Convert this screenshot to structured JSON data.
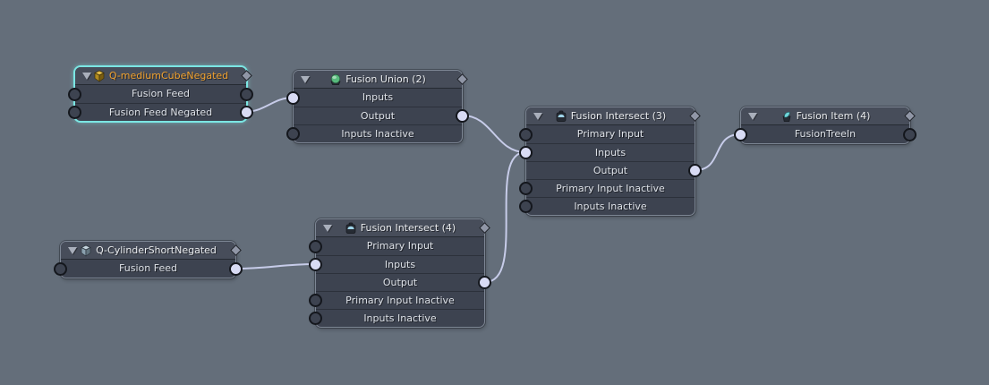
{
  "canvas": {
    "background_color": "#646e7a",
    "wire_color": "#c7cce9",
    "selection_color": "#7be6e3"
  },
  "nodes": [
    {
      "title": "Q-mediumCubeNegated",
      "title_color": "#f2a22e",
      "icon": "gold-model-icon",
      "selected": true,
      "ports": [
        {
          "label": "Fusion Feed",
          "left": "unconnected",
          "right": "unconnected"
        },
        {
          "label": "Fusion Feed Negated",
          "left": "unconnected",
          "right": "connected"
        }
      ]
    },
    {
      "title": "Fusion Union (2)",
      "title_color": "#e9ebee",
      "icon": "green-sphere-icon",
      "selected": false,
      "ports": [
        {
          "label": "Inputs",
          "left": "connected"
        },
        {
          "label": "Output",
          "right": "connected"
        },
        {
          "label": "Inputs Inactive",
          "left": "unconnected"
        }
      ]
    },
    {
      "title": "Fusion Intersect (3)",
      "title_color": "#e9ebee",
      "icon": "intersect-pot-icon",
      "selected": false,
      "ports": [
        {
          "label": "Primary Input",
          "left": "unconnected"
        },
        {
          "label": "Inputs",
          "left": "connected"
        },
        {
          "label": "Output",
          "right": "connected"
        },
        {
          "label": "Primary Input Inactive",
          "left": "unconnected"
        },
        {
          "label": "Inputs Inactive",
          "left": "unconnected"
        }
      ]
    },
    {
      "title": "Fusion Item (4)",
      "title_color": "#e9ebee",
      "icon": "item-basket-icon",
      "selected": false,
      "ports": [
        {
          "label": "FusionTreeIn",
          "left": "connected",
          "right": "unconnected"
        }
      ]
    },
    {
      "title": "Q-CylinderShortNegated",
      "title_color": "#e9ebee",
      "icon": "steel-model-icon",
      "selected": false,
      "ports": [
        {
          "label": "Fusion Feed",
          "left": "unconnected",
          "right": "connected"
        }
      ]
    },
    {
      "title": "Fusion Intersect (4)",
      "title_color": "#e9ebee",
      "icon": "intersect-pot-icon",
      "selected": false,
      "ports": [
        {
          "label": "Primary Input",
          "left": "unconnected"
        },
        {
          "label": "Inputs",
          "left": "connected"
        },
        {
          "label": "Output",
          "right": "connected"
        },
        {
          "label": "Primary Input Inactive",
          "left": "unconnected"
        },
        {
          "label": "Inputs Inactive",
          "left": "unconnected"
        }
      ]
    }
  ],
  "connections": [
    {
      "from_node": "Q-mediumCubeNegated",
      "from_port": "Fusion Feed Negated",
      "to_node": "Fusion Union (2)",
      "to_port": "Inputs"
    },
    {
      "from_node": "Fusion Union (2)",
      "from_port": "Output",
      "to_node": "Fusion Intersect (3)",
      "to_port": "Inputs"
    },
    {
      "from_node": "Fusion Intersect (4)",
      "from_port": "Output",
      "to_node": "Fusion Intersect (3)",
      "to_port": "Inputs"
    },
    {
      "from_node": "Fusion Intersect (3)",
      "from_port": "Output",
      "to_node": "Fusion Item (4)",
      "to_port": "FusionTreeIn"
    },
    {
      "from_node": "Q-CylinderShortNegated",
      "from_port": "Fusion Feed",
      "to_node": "Fusion Intersect (4)",
      "to_port": "Inputs"
    }
  ]
}
